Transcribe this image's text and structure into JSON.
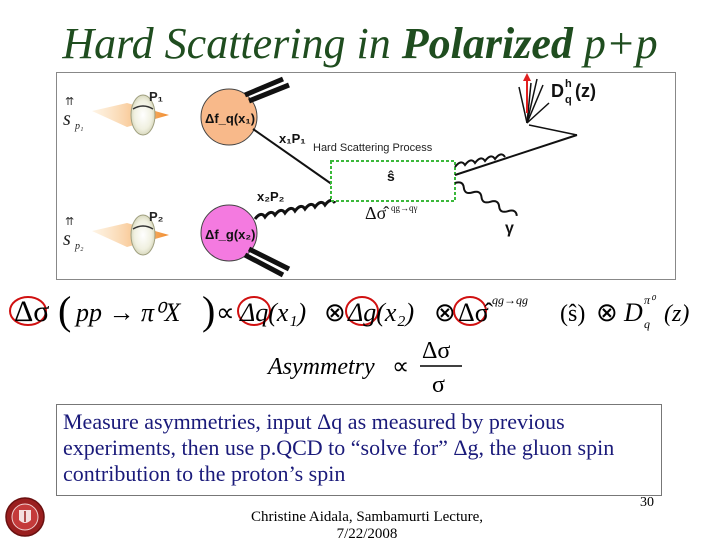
{
  "slide": {
    "title_prefix": "Hard Scattering in ",
    "title_bold": "Polarized",
    "title_suffix": " p+p",
    "colors": {
      "title": "#1f4d1f",
      "body_text": "#1a1a7a",
      "proton_orange": "#f59a3c",
      "pdf_pink": "#f47ae0",
      "process_box": "#3bb83b"
    }
  },
  "diagram": {
    "spin_top": "s",
    "spin_top_sub": "p₁",
    "spin_bottom": "s",
    "spin_bottom_sub": "p₂",
    "proton_top": "P₁",
    "proton_bottom": "P₂",
    "pdf_top": "Δf_q(x₁)",
    "pdf_bottom": "Δf_g(x₂)",
    "x1p1": "x₁P₁",
    "x2p2": "x₂P₂",
    "process_label": "Hard Scattering Process",
    "s_hat": "ŝ",
    "partonic_xsec": "Δσ̂",
    "partonic_channel": "qg→qγ",
    "frag_function": "D",
    "frag_sup": "h",
    "frag_sub": "q",
    "frag_arg": "(z)",
    "photon": "γ"
  },
  "formula": {
    "lhs_delta_sigma": "Δσ",
    "lhs_process": "pp → π⁰X",
    "proportional": "∝",
    "term1": "Δq(x₁)",
    "otimes": "⊗",
    "term2": "Δg(x₂)",
    "term3": "Δσ̂",
    "term3_sup": "qg→qg",
    "term3_arg": "(ŝ)",
    "term4": "D",
    "term4_sup": "π⁰",
    "term4_sub": "q",
    "term4_arg": "(z)"
  },
  "asymmetry": {
    "label": "Asymmetry",
    "proportional": "∝",
    "numerator": "Δσ",
    "denominator": "σ"
  },
  "body_text": "Measure asymmetries, input Δq as measured by previous experiments, then use p.QCD to “solve for” Δg, the gluon spin contribution to the proton’s spin",
  "footer": "Christine Aidala, Sambamurti Lecture, 7/22/2008",
  "page_number": "30",
  "logo_icon": "university-seal-icon"
}
